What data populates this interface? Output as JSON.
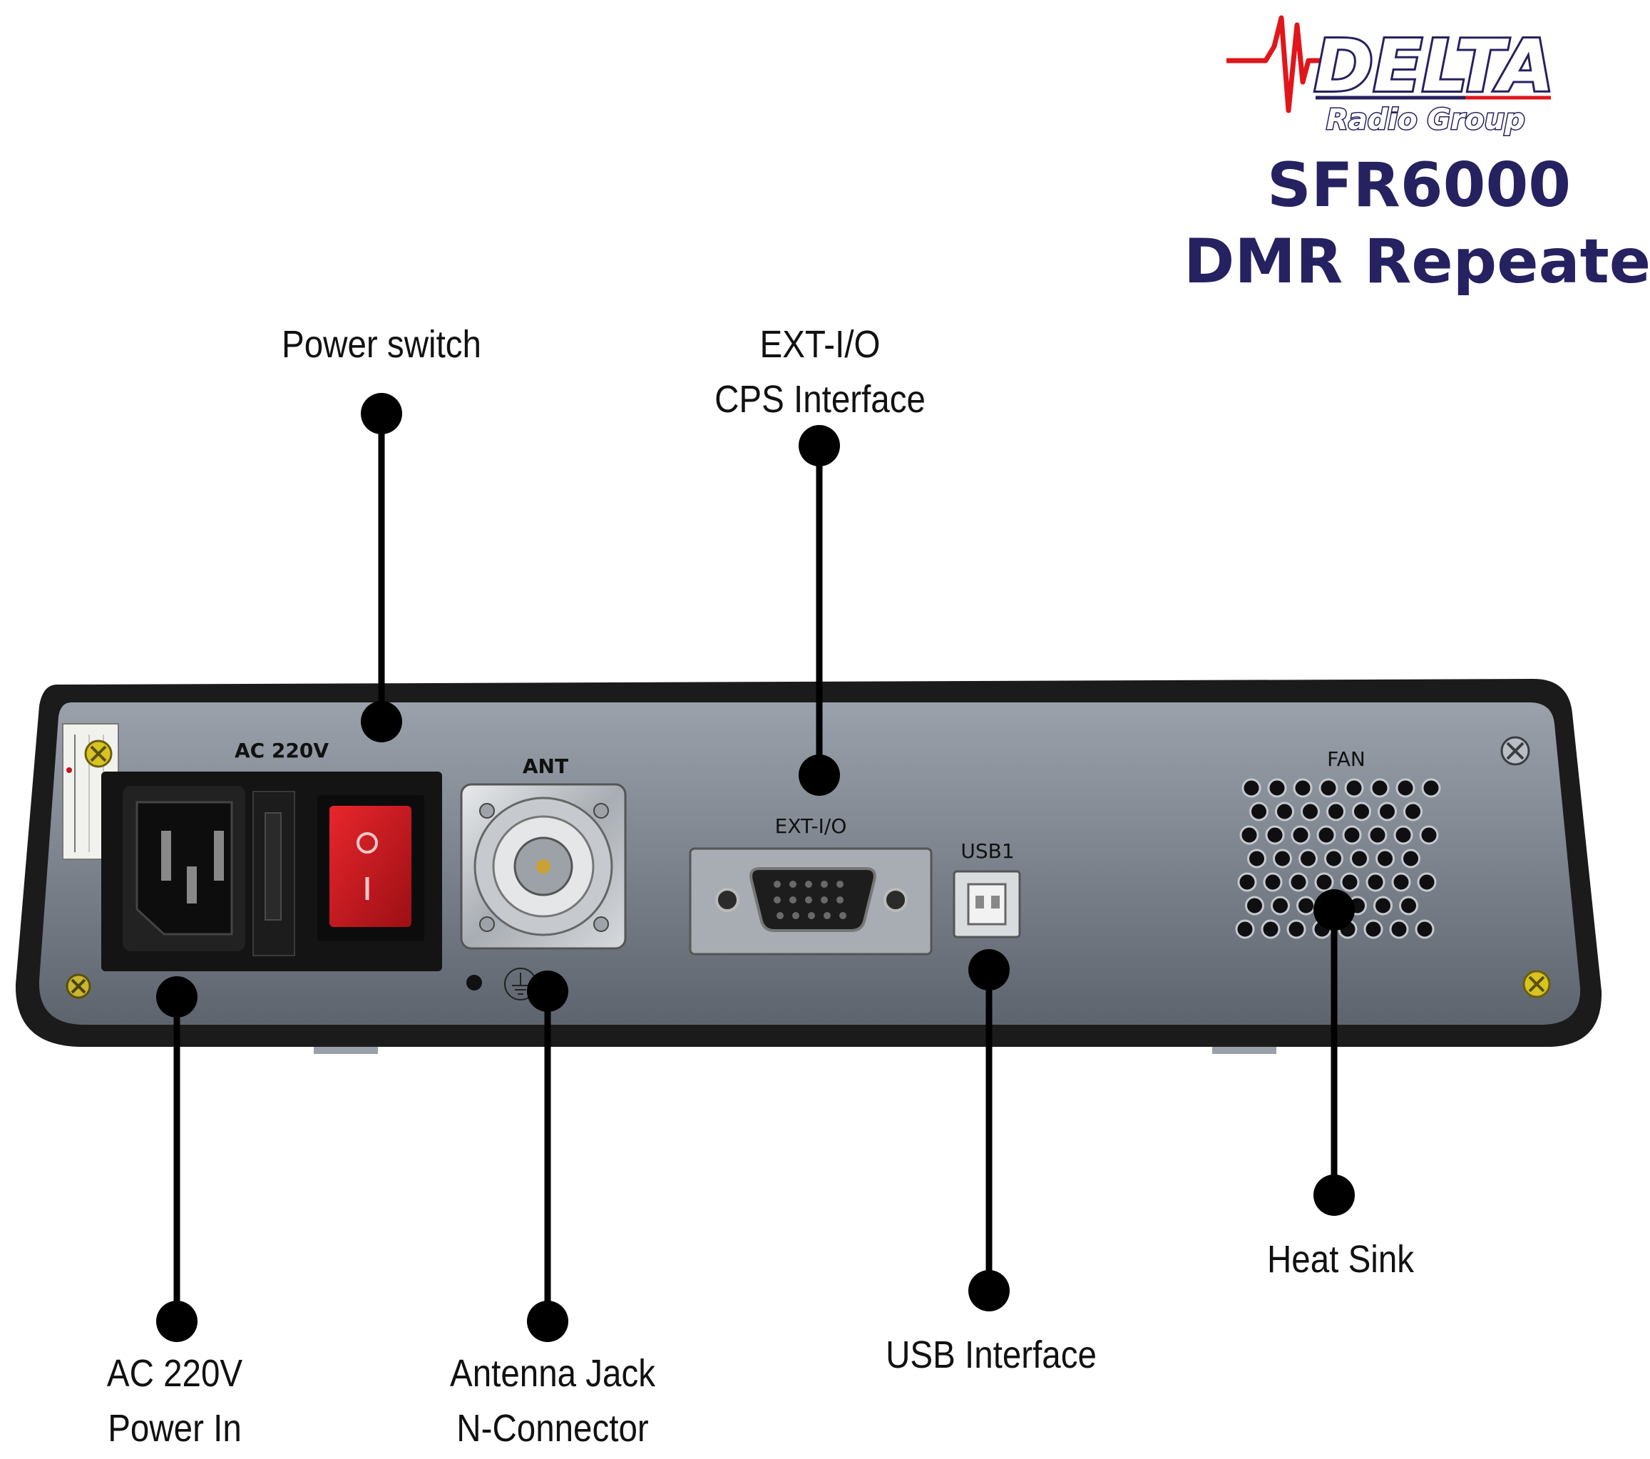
{
  "brand": {
    "logo_word": "DELTA",
    "logo_sub": "Radio Group",
    "model": "SFR6000",
    "product": "DMR Repeater"
  },
  "colors": {
    "navy": "#262160",
    "logo_red": "#e0161b",
    "panel_frame": "#1b1b1b",
    "panel_face": "#7d8590",
    "switch_red": "#c4151b"
  },
  "callouts": {
    "power_switch": "Power switch",
    "ext_io_line1": "EXT-I/O",
    "ext_io_line2": "CPS Interface",
    "ac_line1": "AC 220V",
    "ac_line2": "Power In",
    "antenna_line1": "Antenna Jack",
    "antenna_line2": "N-Connector",
    "usb": "USB Interface",
    "heat_sink": "Heat Sink"
  },
  "panel_labels": {
    "ac": "AC 220V",
    "ant": "ANT",
    "ext_io": "EXT-I/O",
    "usb1": "USB1",
    "fan": "FAN"
  },
  "icons": {
    "ground": "ground-symbol-icon",
    "power_socket": "iec-power-socket-icon",
    "rocker": "rocker-switch-icon",
    "n_connector": "n-connector-icon",
    "db15": "db15-connector-icon",
    "usb_b": "usb-b-port-icon",
    "fan_grille": "fan-grille-icon",
    "screw": "screw-icon"
  }
}
